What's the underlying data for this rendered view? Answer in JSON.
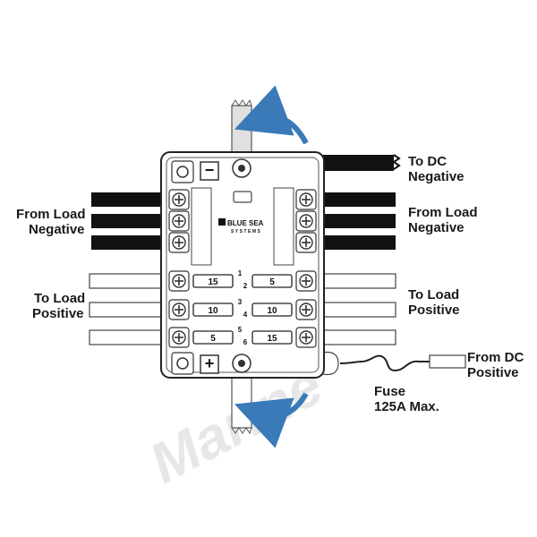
{
  "labels": {
    "to_dc_negative": [
      "To DC",
      "Negative"
    ],
    "from_load_negative": [
      "From Load",
      "Negative"
    ],
    "from_load_negative_right": [
      "From Load",
      "Negative"
    ],
    "to_load_positive": [
      "To Load",
      "Positive"
    ],
    "to_load_positive_right": [
      "To Load",
      "Positive"
    ],
    "from_dc_positive": [
      "From DC",
      "Positive"
    ],
    "fuse": [
      "Fuse",
      "125A Max."
    ]
  },
  "brand": {
    "line1": "BLUE SEA",
    "line2": "SYSTEMS"
  },
  "watermark": "Marine",
  "terminals": {
    "negative_symbol": "−",
    "positive_symbol": "+"
  },
  "fuses_left": [
    {
      "rating": "15",
      "circuit": "1"
    },
    {
      "rating": "10",
      "circuit": "3"
    },
    {
      "rating": "5",
      "circuit": "5"
    }
  ],
  "fuses_right": [
    {
      "rating": "5",
      "circuit": "2"
    },
    {
      "rating": "10",
      "circuit": "4"
    },
    {
      "rating": "15",
      "circuit": "6"
    }
  ],
  "colors": {
    "arrow": "#3a7ab8",
    "wire_negative": "#111111",
    "wire_positive": "#ffffff"
  }
}
